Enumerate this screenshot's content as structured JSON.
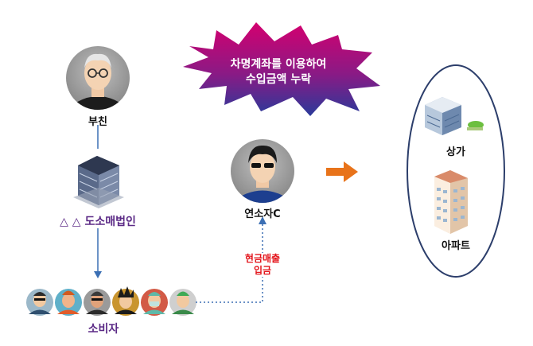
{
  "burst": {
    "line1": "차명계좌를 이용하여",
    "line2": "수입금액 누락",
    "fill_top": "#d4006f",
    "fill_bottom": "#2a3a9a"
  },
  "father": {
    "label": "부친",
    "icon": "elderly-man-avatar-icon"
  },
  "company": {
    "label": "△ △ 도소매법인",
    "icon": "office-building-icon"
  },
  "consumers": {
    "label": "소비자",
    "avatars": [
      "consumer-1",
      "consumer-2",
      "consumer-3",
      "consumer-4",
      "consumer-5",
      "consumer-6"
    ]
  },
  "son": {
    "label": "연소자C",
    "icon": "young-man-sunglasses-avatar-icon"
  },
  "cash_flow": {
    "line1": "현금매출",
    "line2": "입금"
  },
  "assets": {
    "shop": {
      "label": "상가",
      "icon": "commercial-building-icon"
    },
    "apartment": {
      "label": "아파트",
      "icon": "apartment-building-icon"
    },
    "border_color": "#2c3e6b"
  },
  "arrow_color": "#e8731a",
  "flow_line_color": "#3b6fb4"
}
